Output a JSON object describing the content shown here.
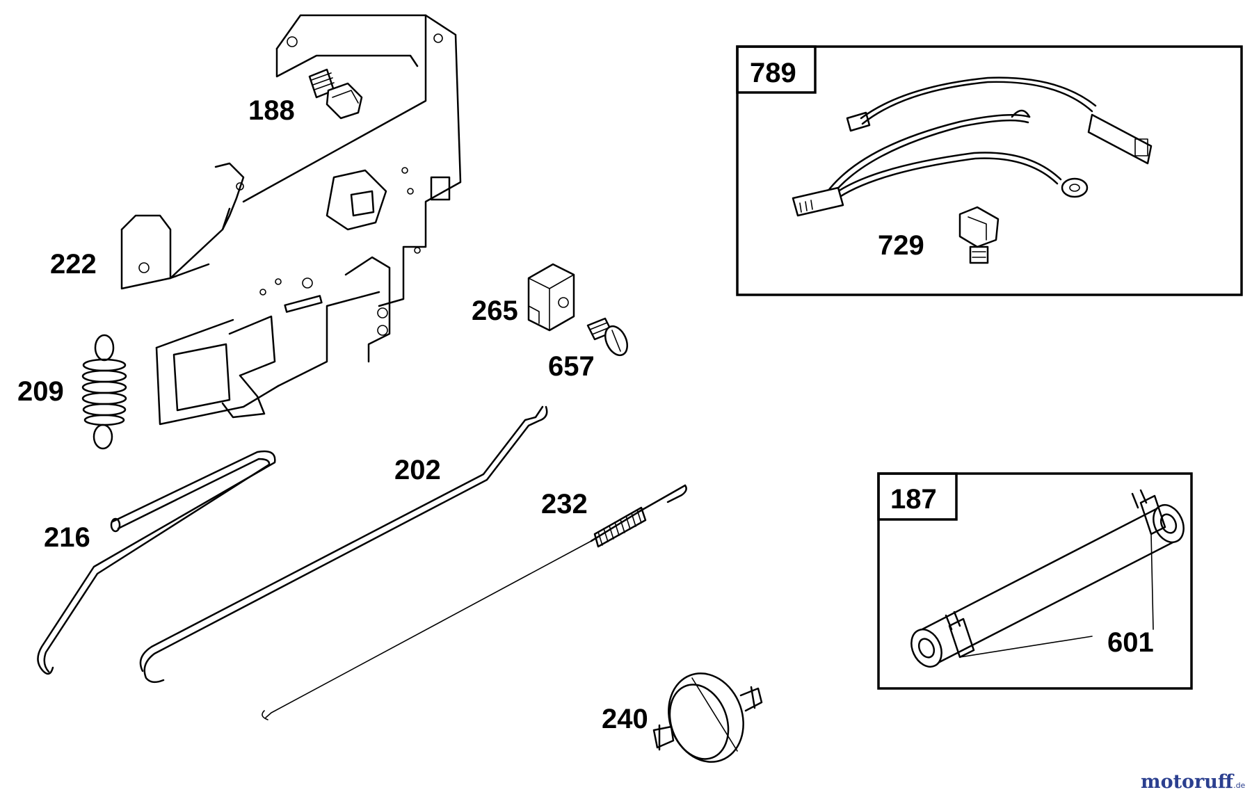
{
  "parts": {
    "p188": "188",
    "p222": "222",
    "p209": "209",
    "p216": "216",
    "p202": "202",
    "p232": "232",
    "p265": "265",
    "p657": "657",
    "p240": "240"
  },
  "kits": {
    "k789": {
      "number": "789",
      "part": "729"
    },
    "k187": {
      "number": "187",
      "part": "601"
    }
  },
  "watermark": {
    "brand_a": "motoruf",
    "brand_b": "f",
    "suffix": ".de"
  }
}
